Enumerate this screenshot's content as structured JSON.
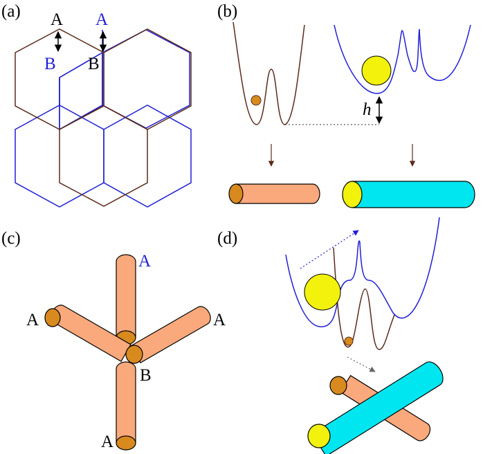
{
  "panels": {
    "a": {
      "label": "(a)",
      "top_A_black": "A",
      "top_A_blue": "A",
      "side_B_blue": "B",
      "side_B_black": "B"
    },
    "b": {
      "label": "(b)",
      "height_symbol": "h"
    },
    "c": {
      "label": "(c)",
      "top_A": "A",
      "left_A": "A",
      "right_A": "A",
      "bottom_A": "A",
      "center_B": "B"
    },
    "d": {
      "label": "(d)"
    }
  },
  "colors": {
    "brown": "#5a2a1a",
    "blue": "#1f1fd6",
    "orange_rod": "#f9a97b",
    "orange_cap": "#d88a1e",
    "cyan_rod": "#00e6f0",
    "yellow": "#f2f20d",
    "label_blue": "#1f1fd6"
  }
}
